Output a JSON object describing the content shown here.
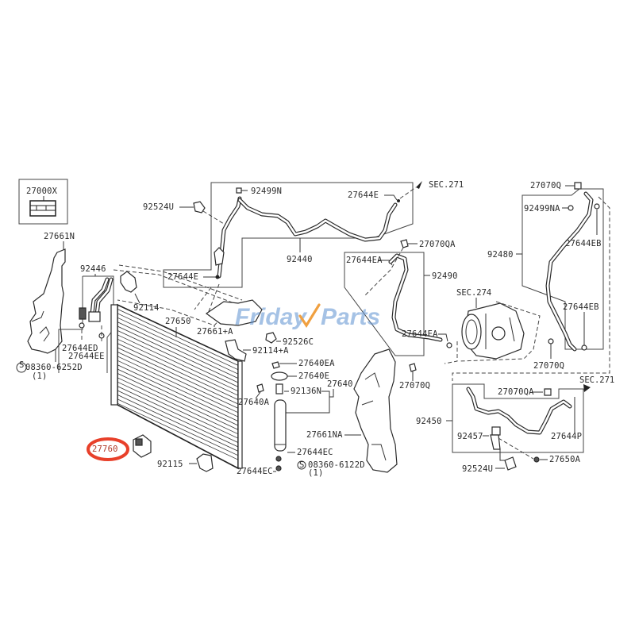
{
  "diagram": {
    "title": "A/C condenser, compressor and pipe assembly exploded parts diagram",
    "watermark": {
      "left": "Friday",
      "right": "Parts",
      "text_color": "#5b8fd0",
      "check_color": "#f0a040"
    },
    "highlight": {
      "label": "27760",
      "circle_color": "#e8402a"
    },
    "section_refs": {
      "sec271_top": "SEC.271",
      "sec274": "SEC.274",
      "sec271_right": "SEC.271"
    },
    "labels": {
      "l27000x": "27000X",
      "l27661n": "27661N",
      "l92446": "92446",
      "l92114": "92114",
      "l27644ed": "27644ED",
      "l27644ee": "27644EE",
      "l08360_6252d": "08360-6252D",
      "l08360_6252d_qty": "(1)",
      "l92524u_top": "92524U",
      "l92499n": "92499N",
      "l27644e_top": "27644E",
      "l27644e_left": "27644E",
      "l92440": "92440",
      "l27070qa_top": "27070QA",
      "l27644ea_top": "27644EA",
      "l92490": "92490",
      "l27650": "27650",
      "l27661a": "27661+A",
      "l92526c": "92526C",
      "l92114a": "92114+A",
      "l27640ea": "27640EA",
      "l27640e": "27640E",
      "l27640": "27640",
      "l27640a": "27640A",
      "l92136n": "92136N",
      "l27661na": "27661NA",
      "l27644ec_r": "27644EC",
      "l27644ec_l": "27644EC",
      "l08360_6122d": "08360-6122D",
      "l08360_6122d_qty": "(1)",
      "l92115": "92115",
      "l27644ea_mid": "27644EA",
      "l27070q_mid": "27070Q",
      "l27070q_top": "27070Q",
      "l92499na": "92499NA",
      "l27644eb_top": "27644EB",
      "l92480": "92480",
      "l27644eb_bot": "27644EB",
      "l27070q_right": "27070Q",
      "l27070qa_low": "27070QA",
      "l92450": "92450",
      "l92457": "92457",
      "l27644p": "27644P",
      "l27650a": "27650A",
      "l92524u_bot": "92524U"
    }
  }
}
